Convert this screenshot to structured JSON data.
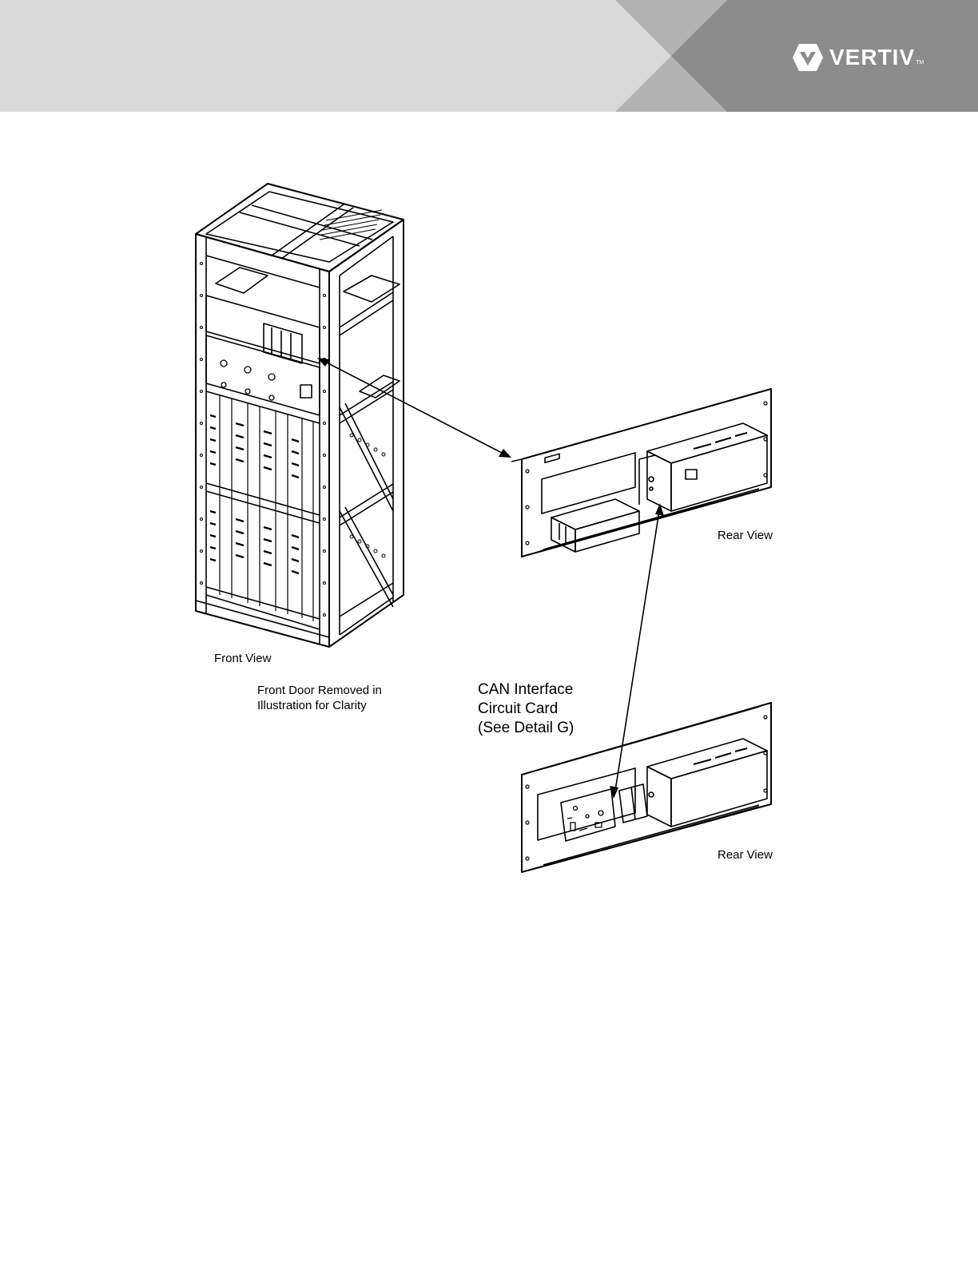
{
  "brand": {
    "name": "VERTIV",
    "trademark": "TM",
    "colors": {
      "header_light": "#d9d9d9",
      "header_mid": "#b3b3b3",
      "header_dark": "#8c8c8c",
      "line": "#000000"
    }
  },
  "figure": {
    "front_view_label": "Front View",
    "front_door_note_line1": "Front Door Removed in",
    "front_door_note_line2": "Illustration for Clarity",
    "rear_view_top_label": "Rear View",
    "rear_view_bottom_label": "Rear View",
    "callout_line1": "CAN Interface",
    "callout_line2": "Circuit Card",
    "callout_line3": "(See Detail G)"
  }
}
